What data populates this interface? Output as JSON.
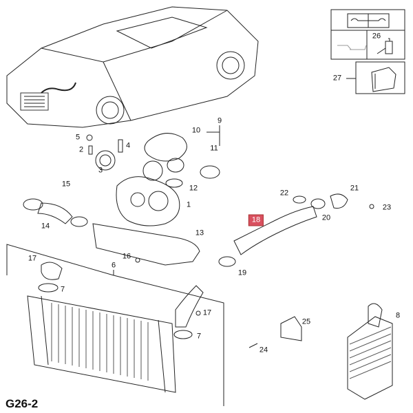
{
  "diagram_code": "G26-2",
  "highlighted_part": "18",
  "colors": {
    "highlight": "#d9505f",
    "line": "#222222"
  },
  "icons": [
    "repair-manual-icon",
    "oil-can-icon",
    "sealant-bottle-icon",
    "clip-icon"
  ],
  "callouts": [
    {
      "id": "c1",
      "label": "1"
    },
    {
      "id": "c2",
      "label": "2"
    },
    {
      "id": "c3",
      "label": "3"
    },
    {
      "id": "c4",
      "label": "4"
    },
    {
      "id": "c5",
      "label": "5"
    },
    {
      "id": "c6",
      "label": "6"
    },
    {
      "id": "c7a",
      "label": "7"
    },
    {
      "id": "c7b",
      "label": "7"
    },
    {
      "id": "c8",
      "label": "8"
    },
    {
      "id": "c9",
      "label": "9"
    },
    {
      "id": "c10",
      "label": "10"
    },
    {
      "id": "c11",
      "label": "11"
    },
    {
      "id": "c12",
      "label": "12"
    },
    {
      "id": "c13",
      "label": "13"
    },
    {
      "id": "c14",
      "label": "14"
    },
    {
      "id": "c15",
      "label": "15"
    },
    {
      "id": "c16",
      "label": "16"
    },
    {
      "id": "c17a",
      "label": "17"
    },
    {
      "id": "c17b",
      "label": "17"
    },
    {
      "id": "c18",
      "label": "18"
    },
    {
      "id": "c19",
      "label": "19"
    },
    {
      "id": "c20",
      "label": "20"
    },
    {
      "id": "c21",
      "label": "21"
    },
    {
      "id": "c22",
      "label": "22"
    },
    {
      "id": "c23",
      "label": "23"
    },
    {
      "id": "c24",
      "label": "24"
    },
    {
      "id": "c25",
      "label": "25"
    },
    {
      "id": "c26",
      "label": "26"
    },
    {
      "id": "c27",
      "label": "27"
    }
  ]
}
